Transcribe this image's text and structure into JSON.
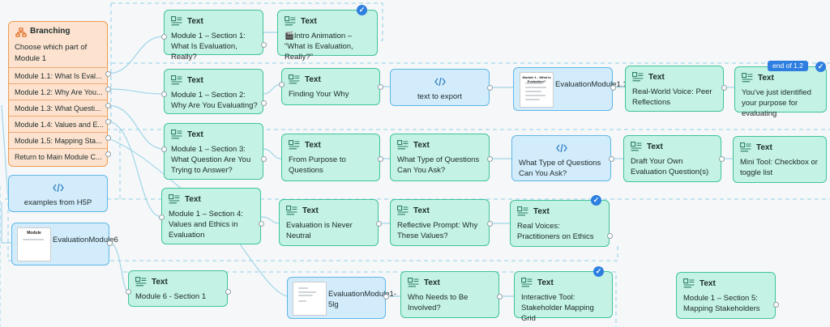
{
  "branching": {
    "title": "Branching",
    "description": "Choose which part of Module 1",
    "options": [
      "Module 1.1: What Is Eval...",
      "Module 1.2: Why Are You...",
      "Module 1.3: What Questi...",
      "Module 1.4: Values and E...",
      "Module 1.5: Mapping Sta...",
      "Return to Main Module C..."
    ]
  },
  "cards": {
    "m1s1": {
      "title": "Text",
      "body": "Module 1 – Section 1: What Is Evaluation, Really?"
    },
    "intro": {
      "title": "Text",
      "body": "🎬Intro Animation – \"What is Evaluation, Really?\""
    },
    "m1s2": {
      "title": "Text",
      "body": "Module 1 – Section 2: Why Are You Evaluating?"
    },
    "why": {
      "title": "Text",
      "body": "Finding Your Why"
    },
    "export": {
      "body": "text to export"
    },
    "eval11": {
      "body": "EvaluationModule1.1",
      "thumb_title": "Module 1 - What Is Evaluation?"
    },
    "peer": {
      "title": "Text",
      "body": "Real-World Voice: Peer Reflections"
    },
    "purpose": {
      "title": "Text",
      "body": "You've just identified your purpose for evaluating",
      "tag": "end of 1.2"
    },
    "m1s3": {
      "title": "Text",
      "body": "Module 1 – Section 3: What Question Are You Trying to Answer?"
    },
    "fromPurpose": {
      "title": "Text",
      "body": "From Purpose to Questions"
    },
    "typeQ": {
      "title": "Text",
      "body": "What Type of Questions Can You Ask?"
    },
    "typeQcode": {
      "body": "What Type of Questions Can You Ask?"
    },
    "draft": {
      "title": "Text",
      "body": "Draft Your Own Evaluation Question(s)"
    },
    "mini": {
      "title": "Text",
      "body": "Mini Tool: Checkbox or toggle list"
    },
    "h5p": {
      "body": "examples from H5P"
    },
    "m1s4": {
      "title": "Text",
      "body": "Module 1 – Section 4: Values and Ethics in Evaluation"
    },
    "neutral": {
      "title": "Text",
      "body": "Evaluation is Never Neutral"
    },
    "reflective": {
      "title": "Text",
      "body": "Reflective Prompt: Why These Values?"
    },
    "voices": {
      "title": "Text",
      "body": "Real Voices: Practitioners on Ethics"
    },
    "eval6": {
      "body": "EvaluationModule6",
      "thumb_title": "Module"
    },
    "m6s1": {
      "title": "Text",
      "body": "Module 6 - Section 1"
    },
    "eval15": {
      "body": "EvaluationModule1-5lg"
    },
    "who": {
      "title": "Text",
      "body": "Who Needs to Be Involved?"
    },
    "interactive": {
      "title": "Text",
      "body": "Interactive Tool: Stakeholder Mapping Grid"
    },
    "m1s5": {
      "title": "Text",
      "body": "Module 1 – Section 5: Mapping Stakeholders"
    }
  },
  "colors": {
    "text_fill": "#c4f2e4",
    "text_border": "#3fc49b",
    "code_fill": "#d3ecfb",
    "code_border": "#5db6e6",
    "branch_fill": "#fde3cf",
    "branch_border": "#f19b4f",
    "badge": "#2f7fe0"
  }
}
